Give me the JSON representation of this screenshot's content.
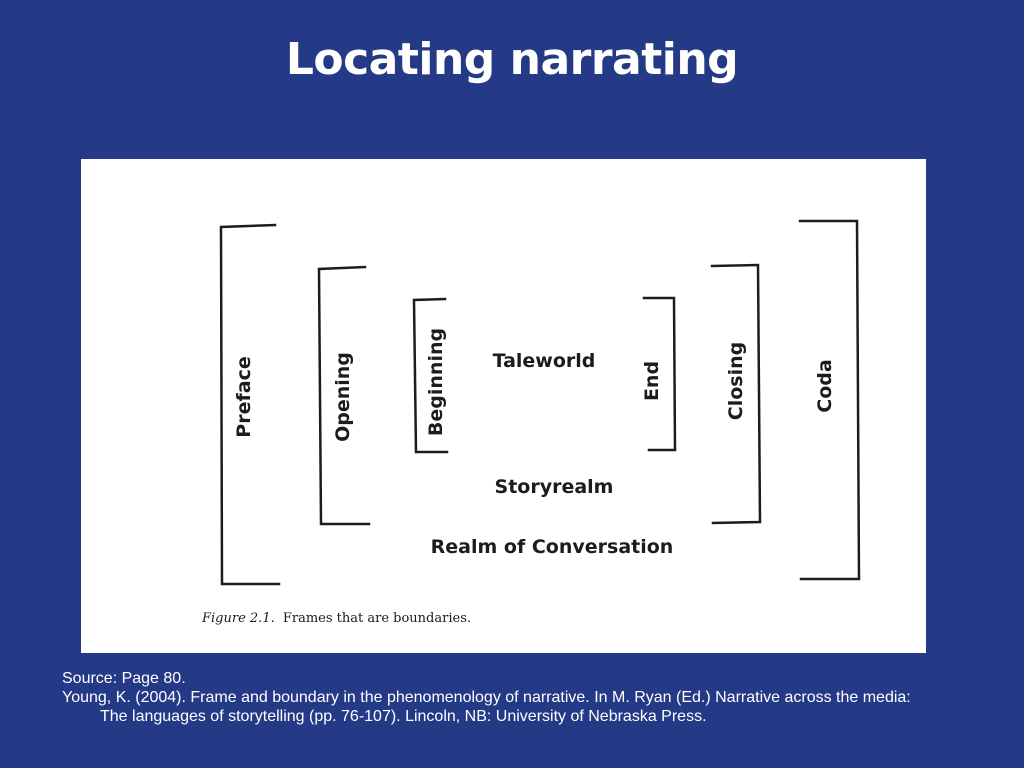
{
  "slide": {
    "title": "Locating narrating",
    "source": "Source: Page 80.",
    "reference": "Young, K. (2004). Frame and boundary in the phenomenology of narrative. In M. Ryan (Ed.) Narrative across the media: The languages of storytelling (pp. 76-107). Lincoln, NB: University of Nebraska Press."
  },
  "diagram": {
    "labels": {
      "preface": "Preface",
      "opening": "Opening",
      "beginning": "Beginning",
      "taleworld": "Taleworld",
      "end": "End",
      "closing": "Closing",
      "coda": "Coda",
      "storyrealm": "Storyrealm",
      "realm_of_conversation": "Realm of Conversation"
    },
    "caption": {
      "figure_number": "Figure 2.1.",
      "text": "Frames that are boundaries."
    }
  },
  "colors": {
    "background": "#253a86",
    "panel": "#ffffff",
    "ink": "#1c1c1c"
  }
}
